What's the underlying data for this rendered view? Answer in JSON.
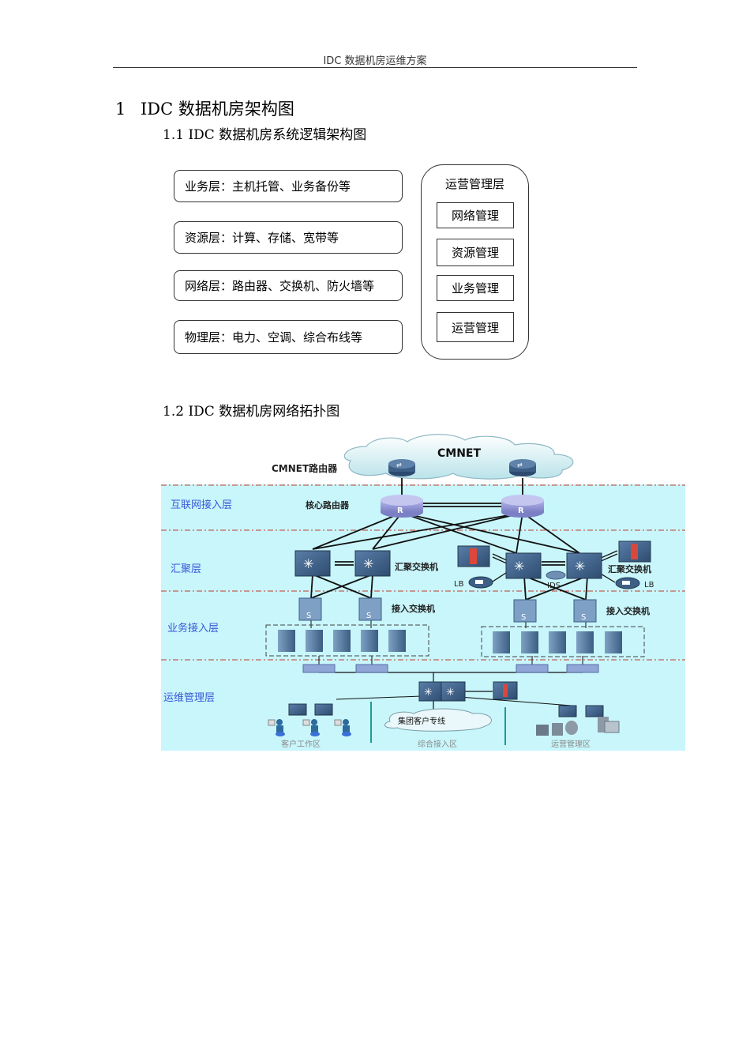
{
  "header": {
    "title": "IDC 数据机房运维方案"
  },
  "section1": {
    "number": "1",
    "title": "IDC 数据机房架构图"
  },
  "section1_1": {
    "title": "1.1 IDC 数据机房系统逻辑架构图",
    "layers": [
      {
        "label": "业务层：主机托管、业务备份等"
      },
      {
        "label": "资源层：计算、存储、宽带等"
      },
      {
        "label": "网络层：路由器、交换机、防火墙等"
      },
      {
        "label": "物理层：电力、空调、综合布线等"
      }
    ],
    "ops_layer": {
      "title": "运营管理层",
      "items": [
        "网络管理",
        "资源管理",
        "业务管理",
        "运营管理"
      ]
    }
  },
  "section1_2": {
    "title": "1.2 IDC 数据机房网络拓扑图",
    "diagram": {
      "cloud_label": "CMNET",
      "cmnet_router_label": "CMNET路由器",
      "core_router_label": "核心路由器",
      "router_glyph": "R",
      "switch_glyph": "S",
      "layers": [
        "互联网接入层",
        "汇聚层",
        "业务接入层",
        "运维管理层"
      ],
      "agg_switch_label": "汇聚交换机",
      "access_switch_label": "接入交换机",
      "lb_label": "LB",
      "ids_label": "IDS",
      "group_line_label": "集团客户专线",
      "zones": [
        "客户工作区",
        "综合接入区",
        "运营管理区"
      ],
      "colors": {
        "band": "#c8f6fb",
        "layer_text": "#3a57d8",
        "device": "#3d5f86",
        "router": "#8a8fd0",
        "divider": "#c0392b"
      }
    }
  }
}
